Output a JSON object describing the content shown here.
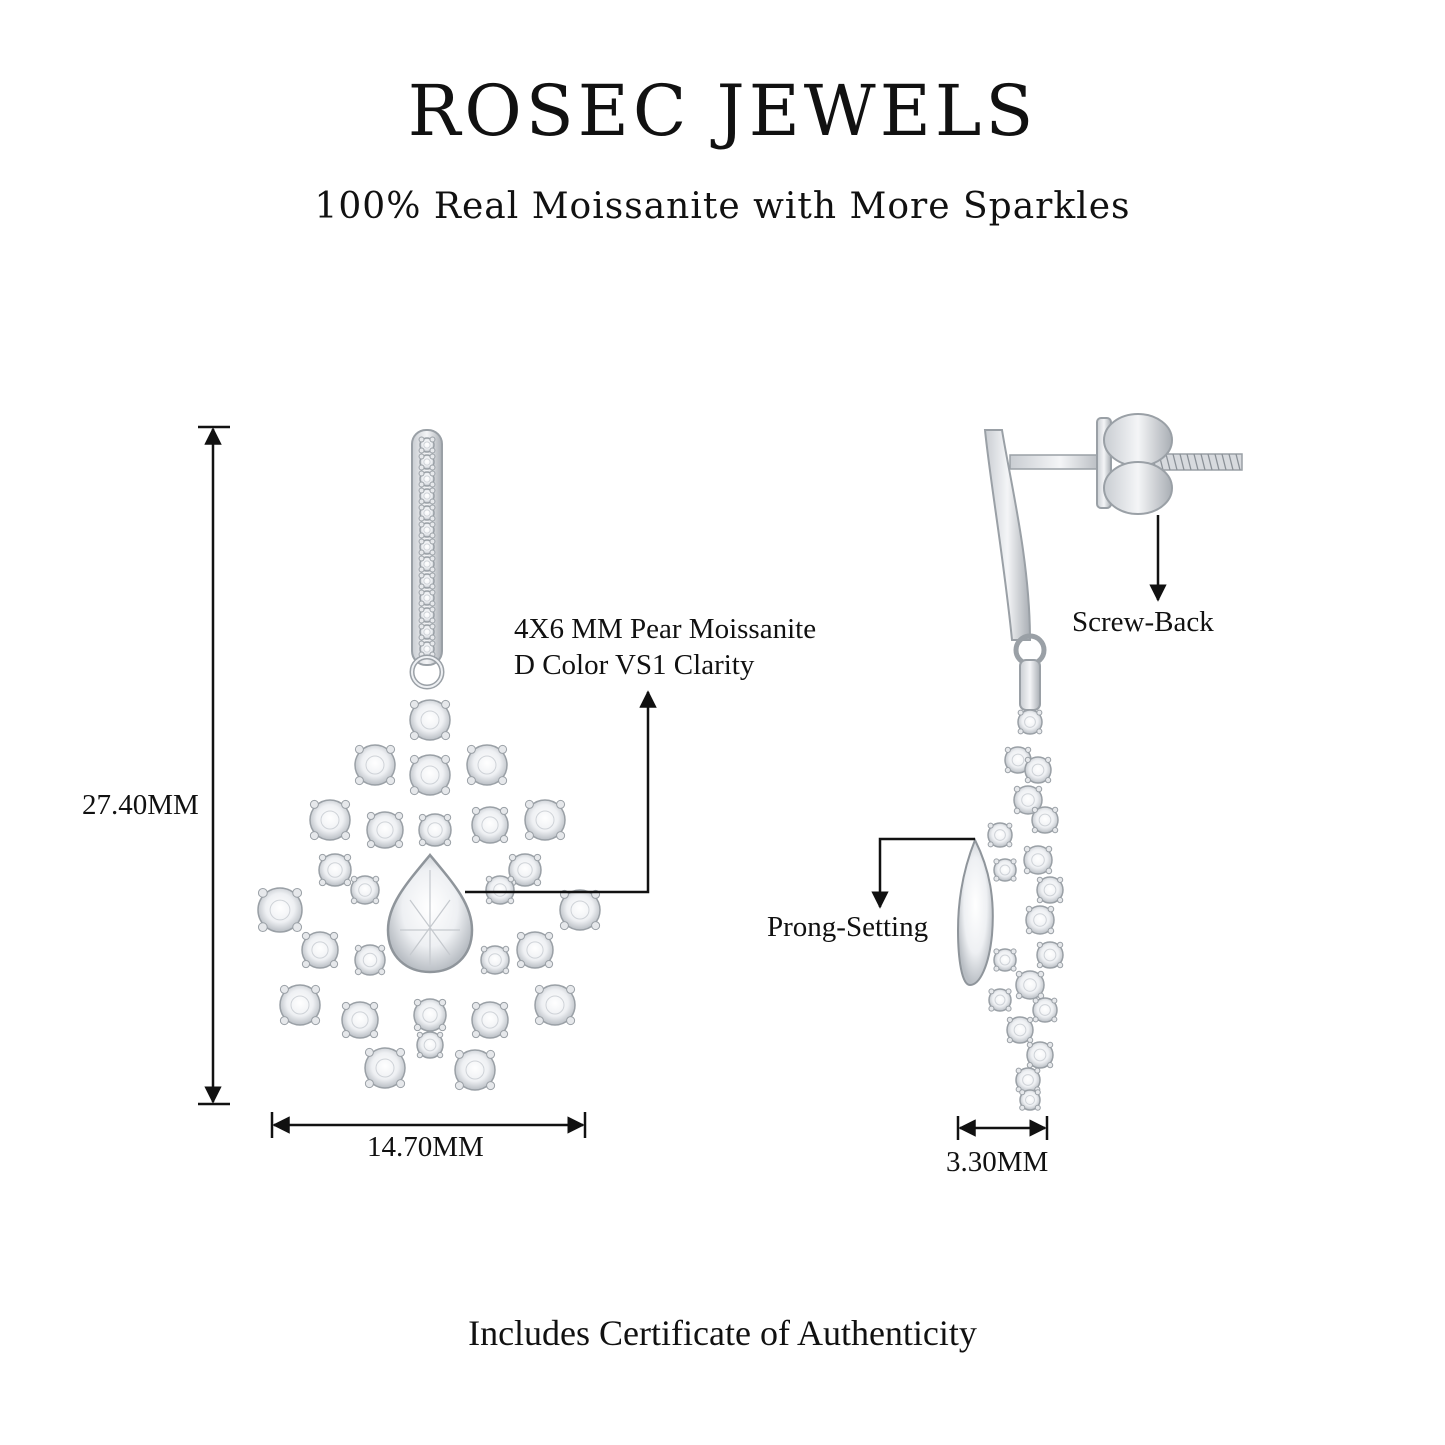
{
  "header": {
    "brand": "ROSEC JEWELS",
    "tagline": "100% Real Moissanite with More Sparkles"
  },
  "front_view": {
    "height_label": "27.40MM",
    "width_label": "14.70MM",
    "stone_label_line1": "4X6 MM Pear Moissanite",
    "stone_label_line2": "D Color VS1 Clarity"
  },
  "side_view": {
    "back_label": "Screw-Back",
    "setting_label": "Prong-Setting",
    "depth_label": "3.30MM"
  },
  "footer": {
    "note": "Includes Certificate of Authenticity"
  },
  "colors": {
    "metal": "#d9dce0",
    "metal_dark": "#9aa0a6",
    "stone": "#f4f6f8",
    "line": "#111111"
  }
}
